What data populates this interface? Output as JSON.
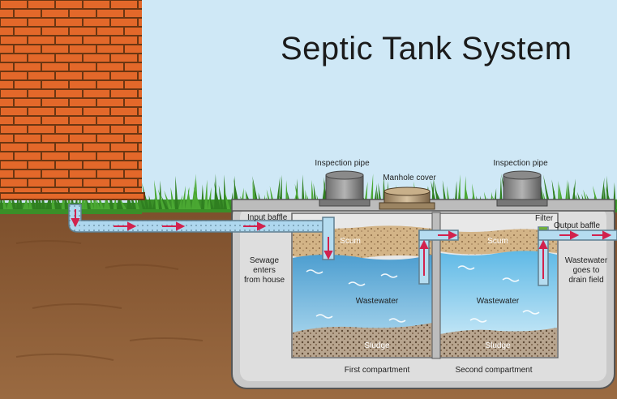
{
  "title": "Septic Tank System",
  "labels": {
    "inspection_pipe_left": "Inspection pipe",
    "inspection_pipe_right": "Inspection pipe",
    "manhole_cover": "Manhole cover",
    "input_baffle": "Input baffle",
    "filter": "Filter",
    "output_baffle": "Output baffle",
    "sewage_enters": "Sewage\nenters\nfrom house",
    "wastewater_goes": "Wastewater\ngoes to\ndrain field",
    "scum_left": "Scum",
    "scum_right": "Scum",
    "wastewater_left": "Wastewater",
    "wastewater_right": "Wastewater",
    "sludge_left": "Sludge",
    "sludge_right": "Sludge",
    "first_compartment": "First compartment",
    "second_compartment": "Second compartment"
  },
  "colors": {
    "sky": "#cfe8f6",
    "brick": "#e3682a",
    "mortar": "#6b3612",
    "soil": "#8a5a33",
    "grass": "#3f9a2c",
    "concrete": "#c9c9c9",
    "water": "#5ab0dd",
    "pipe": "#b5dcf0",
    "arrow": "#d2224d",
    "scum": "#c8a77a",
    "sludge": "#8b7156"
  }
}
